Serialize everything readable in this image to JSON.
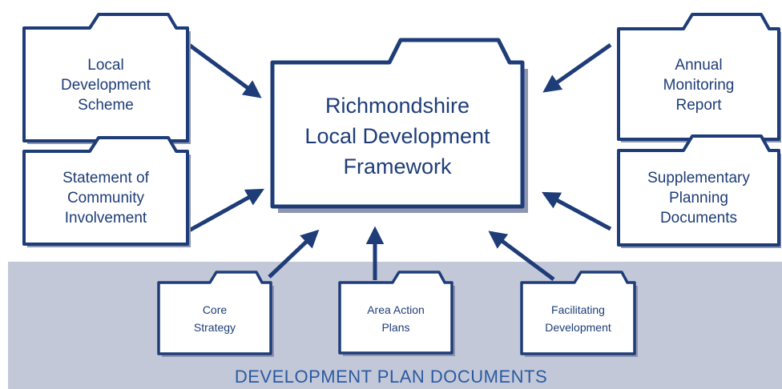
{
  "colors": {
    "navy": "#1e3d78",
    "band": "#c3c8d9",
    "band_text": "#2a5aa0",
    "shadow": "#8e95b0"
  },
  "center": {
    "label": "Richmondshire\nLocal Development\nFramework"
  },
  "left_folders": [
    {
      "label": "Local\nDevelopment\nScheme"
    },
    {
      "label": "Statement of\nCommunity\nInvolvement"
    }
  ],
  "right_folders": [
    {
      "label": "Annual\nMonitoring\nReport"
    },
    {
      "label": "Supplementary\nPlanning\nDocuments"
    }
  ],
  "bottom_folders": [
    {
      "label": "Core\nStrategy"
    },
    {
      "label": "Area Action\nPlans"
    },
    {
      "label": "Facilitating\nDevelopment"
    }
  ],
  "band": {
    "label": "DEVELOPMENT PLAN DOCUMENTS"
  }
}
